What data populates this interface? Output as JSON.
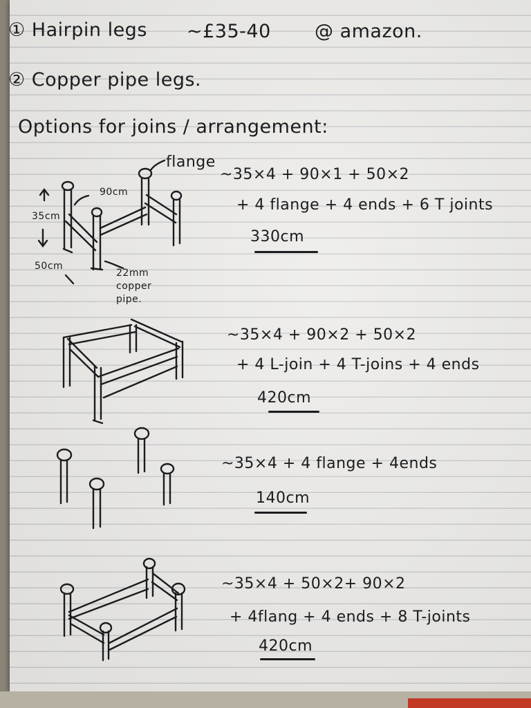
{
  "notes": {
    "line1": "① Hairpin legs",
    "line1_price": "~£35-40",
    "line1_store": "@ amazon.",
    "line2": "② Copper pipe legs.",
    "options_heading": "Options for joins / arrangement:"
  },
  "sketch1_labels": {
    "flange": "flange",
    "width": "90cm",
    "height": "35cm",
    "depth": "50cm",
    "pipe": "22mm copper pipe."
  },
  "option1": {
    "formula": "~35×4 + 90×1 + 50×2",
    "parts": "+ 4 flange + 4 ends + 6 T joints",
    "total": "330cm"
  },
  "option2": {
    "formula": "~35×4 + 90×2 + 50×2",
    "parts": "+ 4 L-join + 4 T-joins + 4 ends",
    "total": "420cm"
  },
  "option3": {
    "formula": "~35×4 + 4 flange + 4ends",
    "total": "140cm"
  },
  "option4": {
    "formula": "~35×4 + 50×2+ 90×2",
    "parts": "+ 4flang + 4 ends + 8 T-joints",
    "total": "420cm"
  }
}
